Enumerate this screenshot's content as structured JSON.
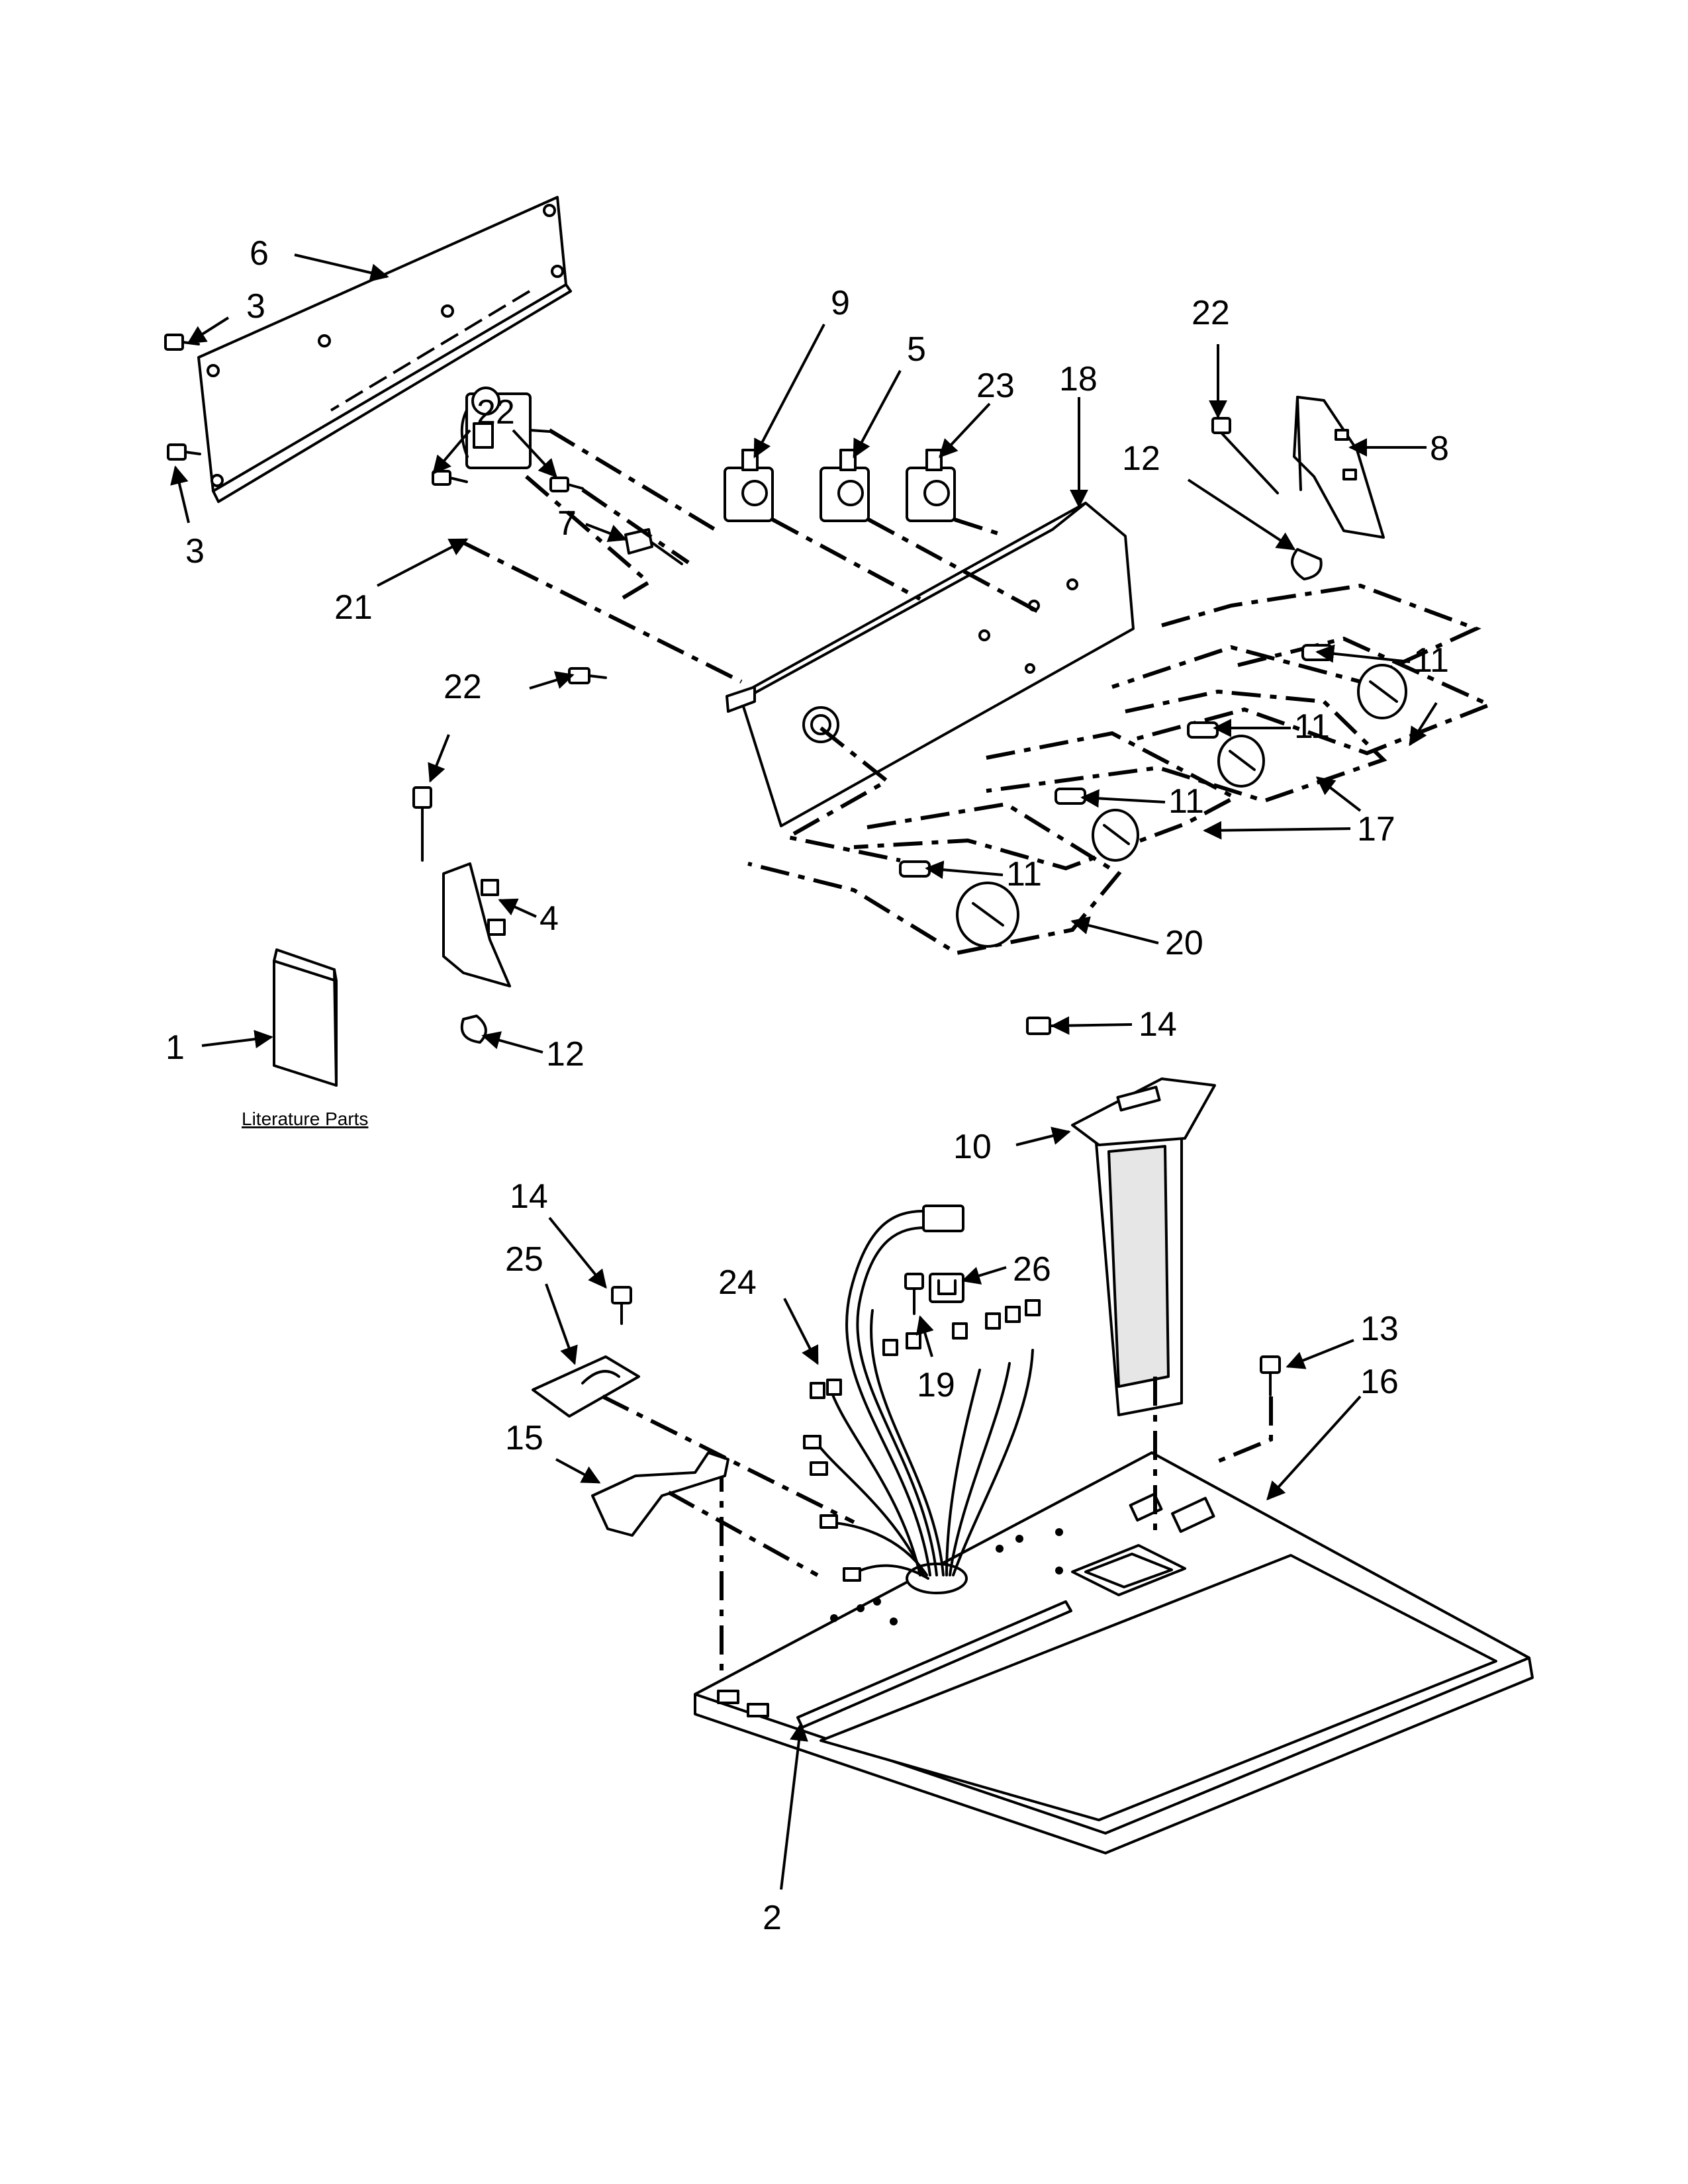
{
  "callouts": {
    "c1": "1",
    "c2": "2",
    "c3a": "3",
    "c3b": "3",
    "c4": "4",
    "c5": "5",
    "c6": "6",
    "c7": "7",
    "c8": "8",
    "c9": "9",
    "c10": "10",
    "c11a": "11",
    "c11b": "11",
    "c11c": "11",
    "c11d": "11",
    "c12a": "12",
    "c12b": "12",
    "c13": "13",
    "c14a": "14",
    "c14b": "14",
    "c15": "15",
    "c16": "16",
    "c17": "17",
    "c18": "18",
    "c19": "19",
    "c20": "20",
    "c21": "21",
    "c22a": "22",
    "c22b": "22",
    "c22c": "22",
    "c23": "23",
    "c24": "24",
    "c25": "25",
    "c26": "26"
  },
  "literature_label": "Literature Parts"
}
